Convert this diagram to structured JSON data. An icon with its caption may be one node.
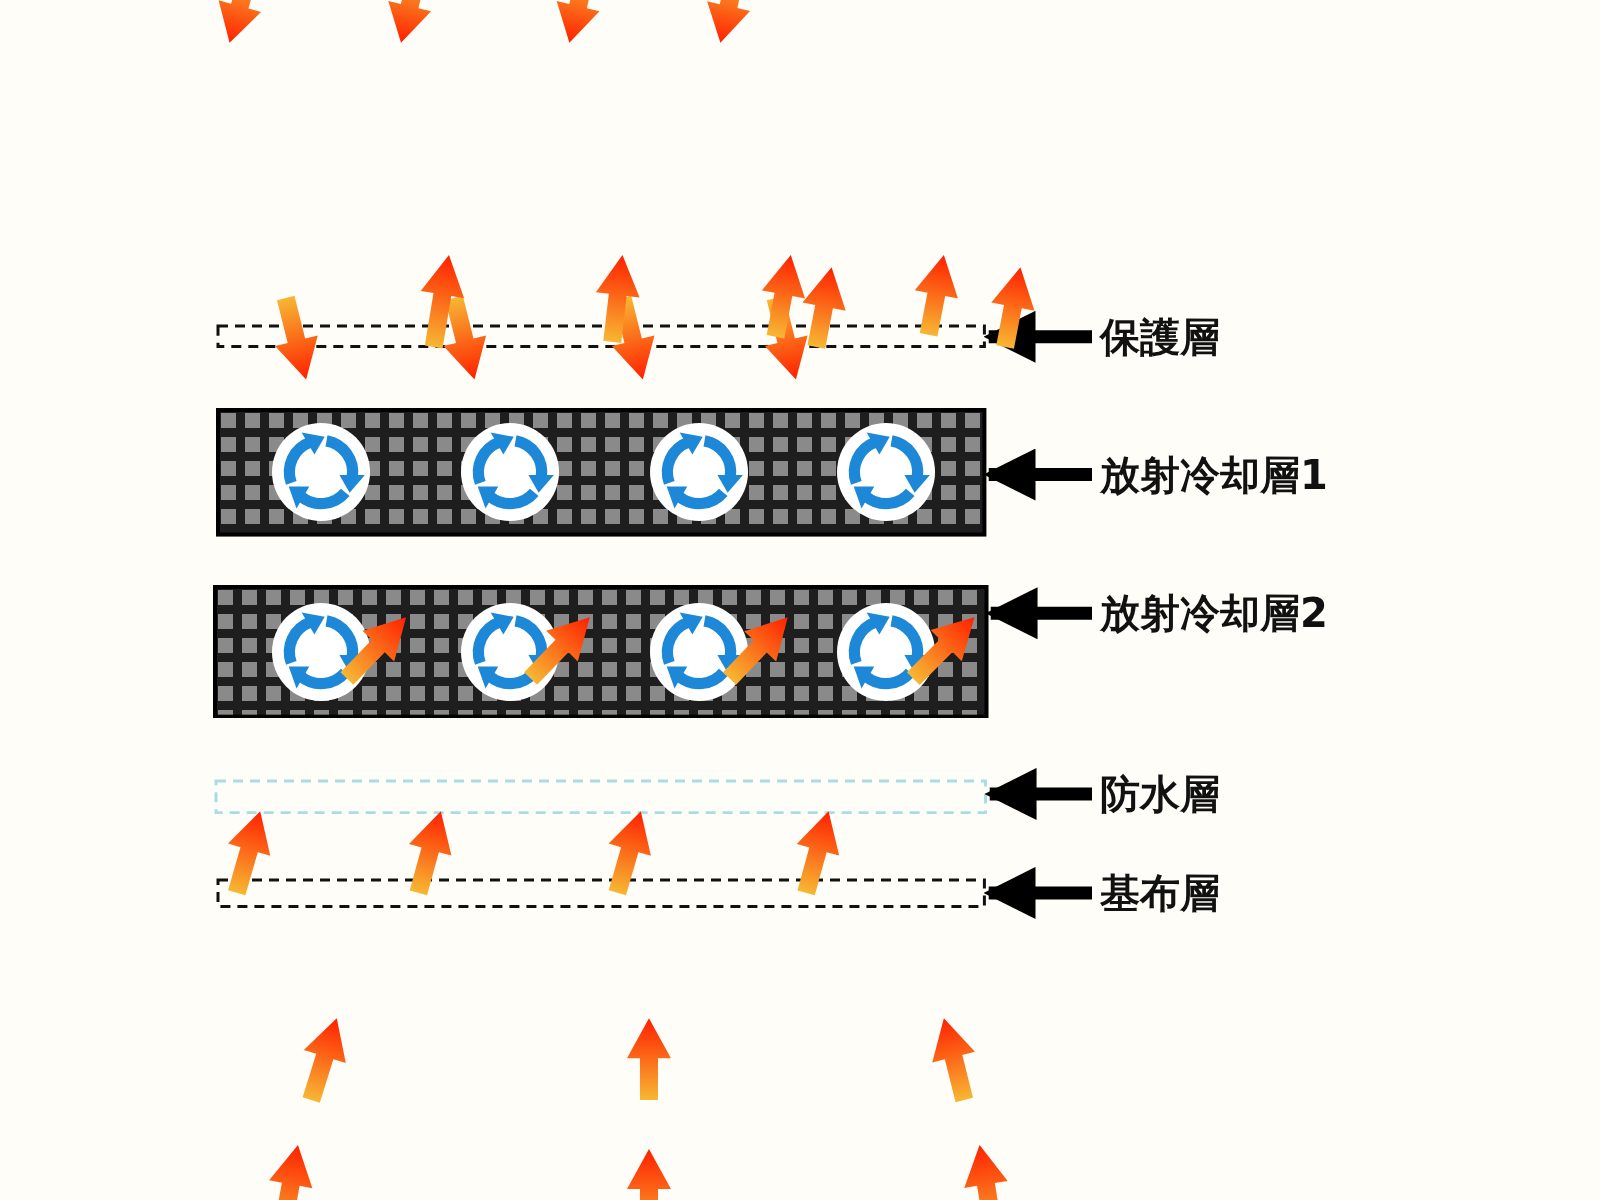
{
  "diagram": {
    "nodes": [
      {
        "text": [],
        "shape": "box"
      },
      {
        "text": [
          "保護層"
        ]
      },
      {
        "text": [],
        "shape": "box"
      },
      {
        "text": [
          "放射冷却層1"
        ]
      },
      {
        "text": [],
        "shape": "box"
      },
      {
        "text": [
          "放射冷却層2"
        ]
      },
      {
        "text": [],
        "shape": "box"
      },
      {
        "text": [
          "防水層"
        ]
      },
      {
        "text": [],
        "shape": "box"
      },
      {
        "text": [
          "基布層"
        ]
      }
    ],
    "edges": [
      {
        "from": 1,
        "to": 0,
        "arrow": "to"
      },
      {
        "from": 3,
        "to": 2,
        "arrow": "to"
      },
      {
        "from": 5,
        "to": 4,
        "arrow": "to"
      },
      {
        "from": 7,
        "to": 6,
        "arrow": "to"
      },
      {
        "from": 9,
        "to": 8,
        "arrow": "to"
      },
      {
        "from": 0,
        "to": 2,
        "arrow": "to"
      },
      {
        "from": 0,
        "to": 2,
        "arrow": "to"
      },
      {
        "from": 0,
        "to": 2,
        "arrow": "to"
      },
      {
        "from": 0,
        "to": 2,
        "arrow": "to"
      },
      {
        "from": 8,
        "to": 6,
        "arrow": "to"
      },
      {
        "from": 8,
        "to": 6,
        "arrow": "to"
      },
      {
        "from": 8,
        "to": 6,
        "arrow": "to"
      },
      {
        "from": 8,
        "to": 6,
        "arrow": "to"
      }
    ]
  }
}
